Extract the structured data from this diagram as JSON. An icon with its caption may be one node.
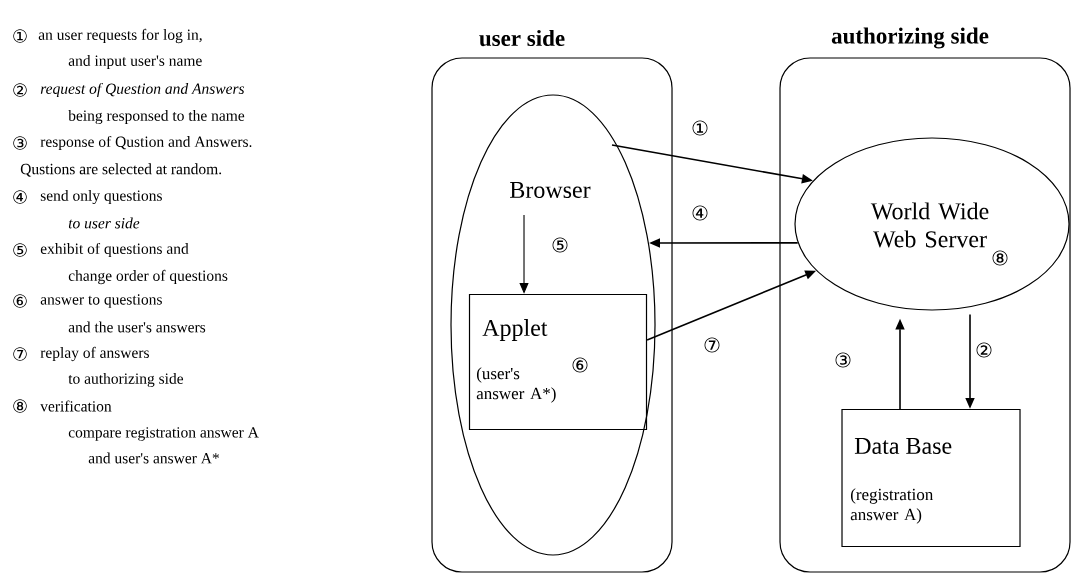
{
  "diagram": {
    "nodes": [
      {
        "text": [
          "user side"
        ]
      },
      {
        "text": [
          "Browser"
        ],
        "in": 0
      },
      {
        "text": [
          "Applet",
          "⑥",
          "(user's answer A*)"
        ],
        "in": 1
      },
      {
        "text": [
          "authorizing side"
        ]
      },
      {
        "text": [
          "World Wide Web Server",
          "⑧"
        ],
        "in": 3
      },
      {
        "text": [
          "Data Base",
          "(registration answer A)"
        ],
        "in": 3
      }
    ],
    "edges": [
      {
        "from": 1,
        "to": 4,
        "arrow": "to",
        "label": "①"
      },
      {
        "from": 4,
        "to": 1,
        "arrow": "to",
        "label": "④"
      },
      {
        "from": 1,
        "to": 2,
        "arrow": "to",
        "label": "⑤"
      },
      {
        "from": 2,
        "to": 4,
        "arrow": "to",
        "label": "⑦"
      },
      {
        "from": 4,
        "to": 5,
        "arrow": "to",
        "label": "②"
      },
      {
        "from": 5,
        "to": 4,
        "arrow": "to",
        "label": "③"
      }
    ],
    "labels": [
      "①",
      "an user requests for log in,",
      "and input user's name",
      "②",
      "request of Question and Answers",
      "being responsed to the name",
      "③",
      "response of Qustion and Answers.",
      "Qustions are selected at random.",
      "④",
      "send only questions",
      "to user side",
      "⑤",
      "exhibit of questions and",
      "change order of questions",
      "⑥",
      "answer to questions",
      "and the user's answers",
      "⑦",
      "replay of answers",
      "to authorizing side",
      "⑧",
      "verification",
      "compare registration answer A",
      "and user's answer A*"
    ]
  }
}
